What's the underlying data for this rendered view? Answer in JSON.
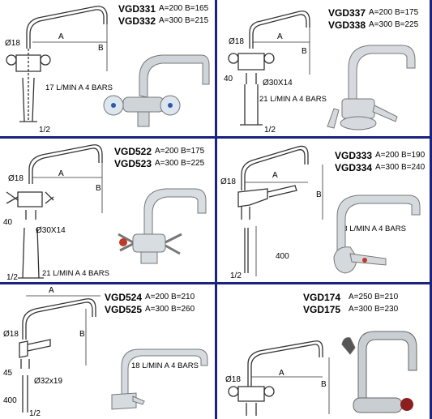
{
  "products": [
    {
      "codes": [
        "VGD331",
        "VGD332"
      ],
      "dims": [
        "A=200 B=165",
        "A=300 B=215"
      ],
      "flow": "17 L/MIN A 4 BARS",
      "labels": {
        "a": "A",
        "b": "B",
        "dia": "Ø18",
        "pipe": "1/2"
      }
    },
    {
      "codes": [
        "VGD337",
        "VGD338"
      ],
      "dims": [
        "A=200 B=175",
        "A=300 B=225"
      ],
      "flow": "21 L/MIN A 4 BARS",
      "labels": {
        "a": "A",
        "b": "B",
        "dia": "Ø18",
        "pipe": "1/2",
        "h": "40",
        "thread": "Ø30X14"
      }
    },
    {
      "codes": [
        "VGD522",
        "VGD523"
      ],
      "dims": [
        "A=200 B=175",
        "A=300 B=225"
      ],
      "flow": "21 L/MIN A 4 BARS",
      "labels": {
        "a": "A",
        "b": "B",
        "dia": "Ø18",
        "pipe": "1/2",
        "h": "40",
        "thread": "Ø30X14"
      }
    },
    {
      "codes": [
        "VGD333",
        "VGD334"
      ],
      "dims": [
        "A=200 B=190",
        "A=300 B=240"
      ],
      "flow": "18 L/MIN A 4 BARS",
      "labels": {
        "a": "A",
        "b": "B",
        "dia": "Ø18",
        "pipe": "1/2",
        "h": "400"
      }
    },
    {
      "codes": [
        "VGD524",
        "VGD525"
      ],
      "dims": [
        "A=200 B=210",
        "A=300 B=260"
      ],
      "flow": "18 L/MIN A 4 BARS",
      "labels": {
        "a": "A",
        "b": "B",
        "dia": "Ø18",
        "pipe": "1/2",
        "h": "45",
        "h2": "400",
        "thread": "Ø32x19"
      }
    },
    {
      "codes": [
        "VGD174",
        "VGD175"
      ],
      "dims": [
        "A=250 B=210",
        "A=300 B=230"
      ],
      "labels": {
        "a": "A",
        "b": "B",
        "dia": "Ø18"
      }
    }
  ],
  "colors": {
    "grid": "#1a237e",
    "text": "#000000",
    "drawing": "#333333",
    "handle_red": "#c0392b"
  }
}
